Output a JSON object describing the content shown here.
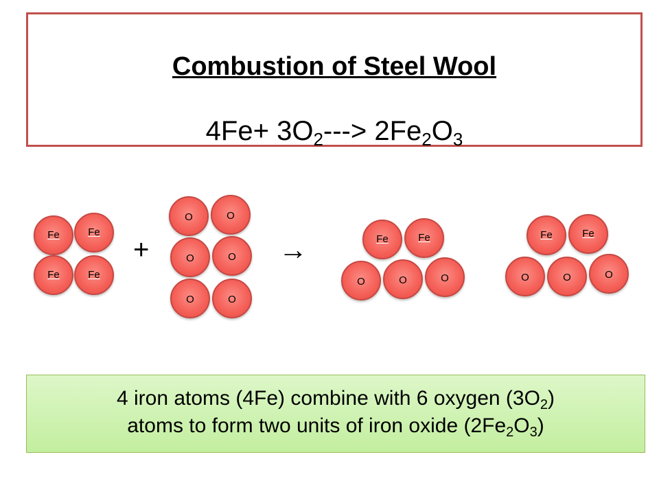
{
  "title": "Combustion of Steel Wool",
  "equation": {
    "p1": "4Fe+ 3O",
    "s1": "2",
    "p2": "---> 2Fe",
    "s2": "2",
    "p3": "O",
    "s3": "3"
  },
  "labels": {
    "fe": "Fe",
    "o": "O",
    "plus": "+",
    "arrow": "→"
  },
  "caption": {
    "line1_a": "4 iron atoms (4Fe) combine with 6 oxygen (3O",
    "line1_sub": "2",
    "line1_b": ")",
    "line2_a": "atoms to form two units of iron oxide (2Fe",
    "line2_sub1": "2",
    "line2_mid": "O",
    "line2_sub2": "3",
    "line2_b": ")"
  },
  "colors": {
    "border_title": "#c0504d",
    "atom_fill": "#f5625a",
    "caption_fill": "#c3ee9f"
  }
}
